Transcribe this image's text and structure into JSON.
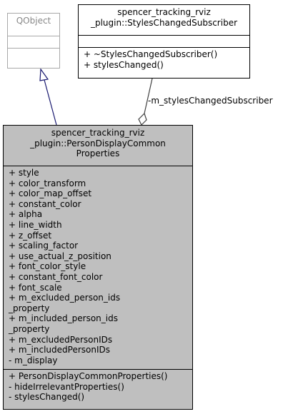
{
  "classes": {
    "qobject": {
      "title": [
        "QObject"
      ],
      "attributes": [],
      "methods": []
    },
    "styles_changed_subscriber": {
      "title": [
        "spencer_tracking_rviz",
        "_plugin::StylesChangedSubscriber"
      ],
      "attributes": [],
      "methods": [
        "+ ~StylesChangedSubscriber()",
        "+ stylesChanged()"
      ]
    },
    "person_display_common_properties": {
      "title": [
        "spencer_tracking_rviz",
        "_plugin::PersonDisplayCommon",
        "Properties"
      ],
      "attributes": [
        "+ style",
        "+ color_transform",
        "+ color_map_offset",
        "+ constant_color",
        "+ alpha",
        "+ line_width",
        "+ z_offset",
        "+ scaling_factor",
        "+ use_actual_z_position",
        "+ font_color_style",
        "+ constant_font_color",
        "+ font_scale",
        "+ m_excluded_person_ids",
        "_property",
        "+ m_included_person_ids",
        "_property",
        "+ m_excludedPersonIDs",
        "+ m_includedPersonIDs",
        "- m_display"
      ],
      "methods": [
        "+ PersonDisplayCommonProperties()",
        "- hideIrrelevantProperties()",
        "- stylesChanged()"
      ]
    }
  },
  "relations": {
    "composition_label": "-m_stylesChangedSubscriber"
  }
}
